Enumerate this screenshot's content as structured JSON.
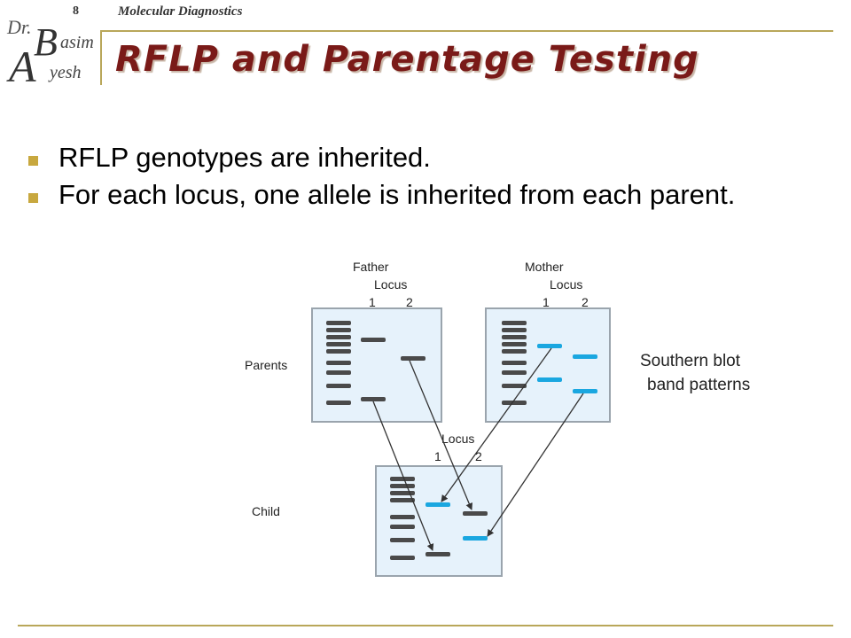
{
  "header": {
    "page_number": "8",
    "course": "Molecular Diagnostics",
    "logo_text": {
      "dr": "Dr.",
      "initial_b": "B",
      "asim": "asim",
      "initial_a": "A",
      "yesh": "yesh"
    }
  },
  "slide": {
    "title": "RFLP and Parentage Testing",
    "bullets": [
      "RFLP genotypes are inherited.",
      "For each locus, one allele is inherited from each parent."
    ]
  },
  "figure": {
    "father_label": "Father",
    "mother_label": "Mother",
    "locus_label": "Locus",
    "lane_1": "1",
    "lane_2": "2",
    "parents_label": "Parents",
    "child_label": "Child",
    "colors": {
      "marker_band": "#4a4a4a",
      "father_band": "#4a4a4a",
      "mother_band": "#1aa7e0",
      "gel_fill": "#e6f2fb",
      "gel_stroke": "#9aa4ad"
    }
  },
  "callout": {
    "line1": "Southern blot",
    "line2": "band patterns"
  },
  "theme": {
    "accent": "#b9a75a",
    "title_color": "#7a1a18",
    "bullet_color": "#c8a83f"
  }
}
